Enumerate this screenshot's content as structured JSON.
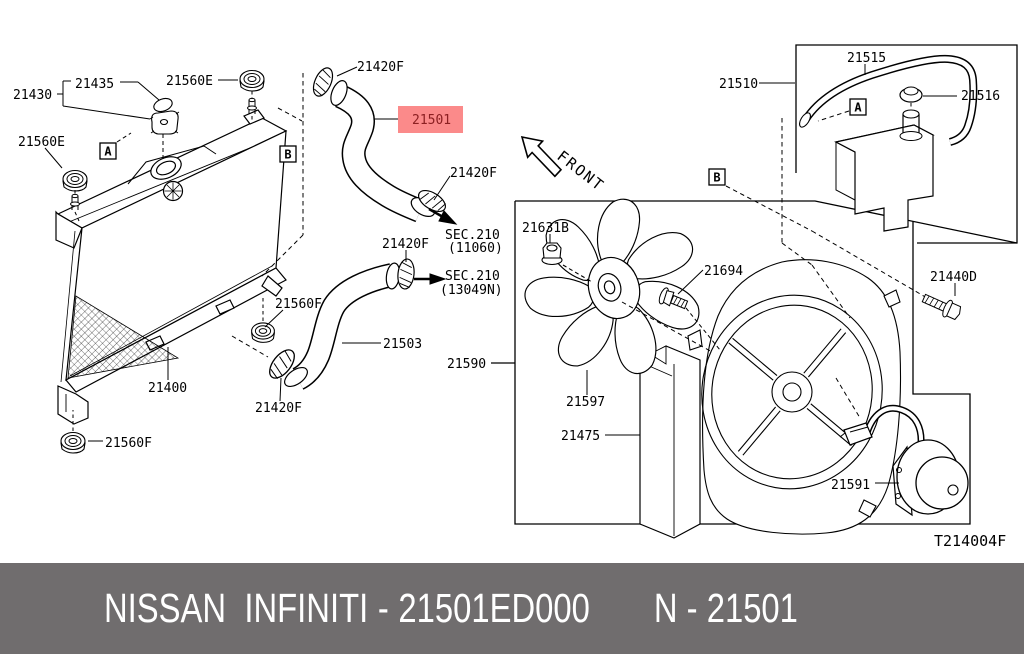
{
  "diagram": {
    "drawing_code": "T214004F",
    "front_label": "FRONT",
    "view_refs": {
      "a": "A",
      "b": "B"
    },
    "highlight": {
      "label": "21501",
      "box_color": "#fb8a8a",
      "text_color": "#8c2022"
    },
    "callouts": {
      "radiator_cap": "21430",
      "cap_gasket": "21435",
      "mount_upper": "21560E",
      "mount_lower": "21560F",
      "radiator": "21400",
      "hose_clamp": "21420F",
      "hose_upper": "21501",
      "hose_lower": "21503",
      "sec_upper_line1": "SEC.210",
      "sec_upper_line2": "(11060)",
      "sec_lower_line1": "SEC.210",
      "sec_lower_line2": "(13049N)",
      "reservoir_assy": "21510",
      "reservoir_hose": "21515",
      "reservoir_cap": "21516",
      "bolt": "21440D",
      "fan_nut": "21631B",
      "fan_bolt": "21694",
      "fan": "21597",
      "shroud": "21475",
      "fan_assy": "21590",
      "fan_motor": "21591"
    }
  },
  "footer": {
    "brand": "NISSAN  INFINITI",
    "separator": "-",
    "part_number": "21501ED000",
    "catalog_ref": "N - 21501",
    "background": "#706d6e",
    "text_color": "#ffffff"
  }
}
